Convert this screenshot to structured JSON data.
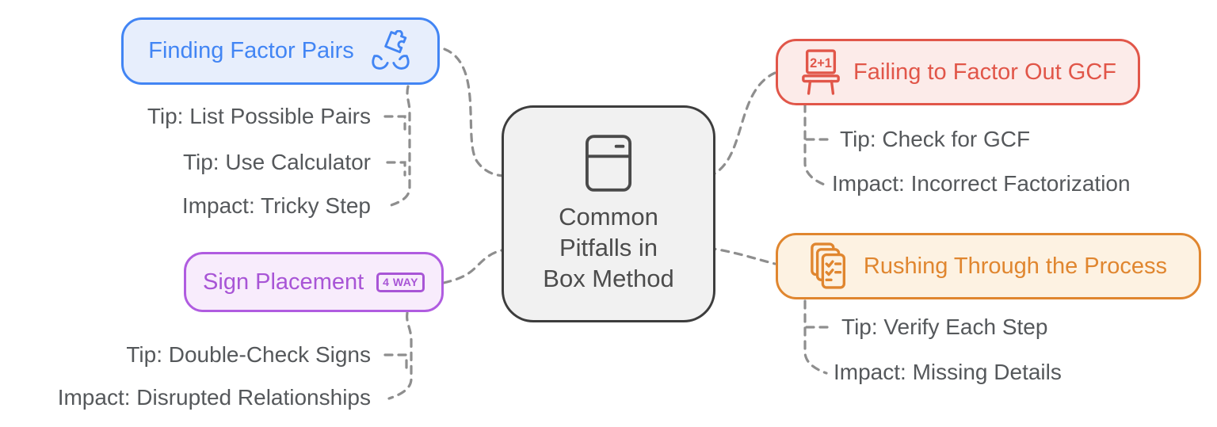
{
  "diagram": {
    "title": "Common Pitfalls in Box Method",
    "center": {
      "icon": "box-icon",
      "lines": [
        "Common",
        "Pitfalls in",
        "Box Method"
      ]
    },
    "branches": [
      {
        "label": "Finding Factor Pairs",
        "icon": "hands-holding-puzzle-icon",
        "color": "#4285f4",
        "fill": "#e7eefc",
        "children": [
          "Tip: List Possible Pairs",
          "Tip: Use Calculator",
          "Impact: Tricky Step"
        ]
      },
      {
        "label": "Sign Placement",
        "icon": "four-way-badge-icon",
        "icon_text": "4 WAY",
        "color": "#a855d6",
        "fill": "#f8ecfc",
        "children": [
          "Tip: Double-Check Signs",
          "Impact: Disrupted Relationships"
        ]
      },
      {
        "label": "Failing to Factor Out GCF",
        "icon": "blackboard-icon",
        "icon_text": "2+1",
        "color": "#e15649",
        "fill": "#fcebe9",
        "children": [
          "Tip: Check for GCF",
          "Impact: Incorrect Factorization"
        ]
      },
      {
        "label": "Rushing Through the Process",
        "icon": "checklist-stack-icon",
        "color": "#e0862f",
        "fill": "#fdf2e2",
        "children": [
          "Tip: Verify Each Step",
          "Impact: Missing Details"
        ]
      }
    ],
    "connector_color": "#8e8e8e",
    "center_fill": "#f1f1f1",
    "center_border": "#3d3d3d",
    "subtext_color": "#55585b"
  }
}
